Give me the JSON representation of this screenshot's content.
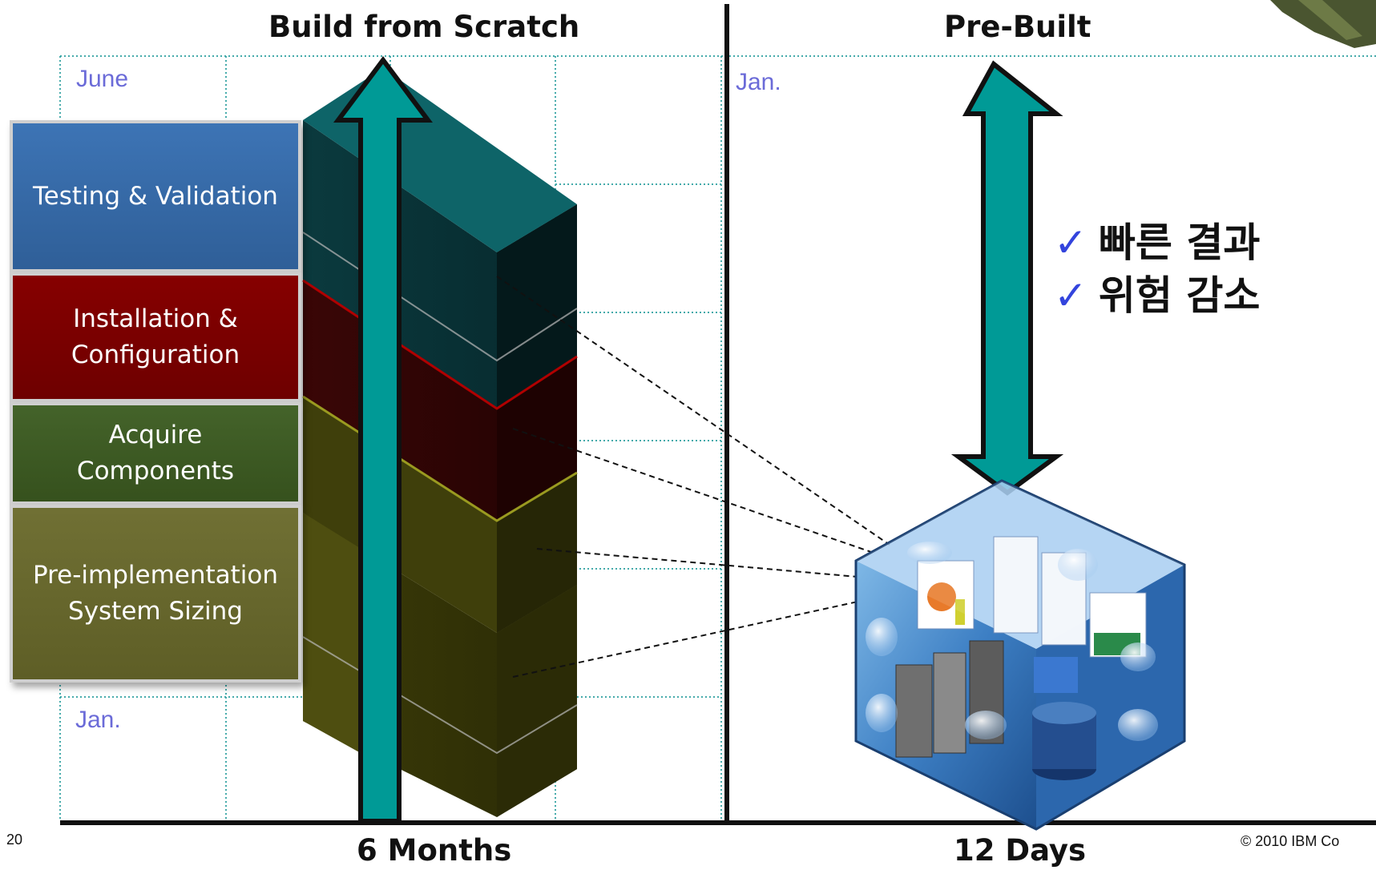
{
  "left_panel": {
    "title": "Build from Scratch",
    "month_top": "June",
    "month_bottom": "Jan.",
    "duration": "6 Months",
    "phases": [
      {
        "line1": "Testing & Validation",
        "line2": "",
        "color": "#3a6aa6"
      },
      {
        "line1": "Installation &",
        "line2": "Configuration",
        "color": "#7a0000"
      },
      {
        "line1": "Acquire",
        "line2": "Components",
        "color": "#3d5a20"
      },
      {
        "line1": "Pre-implementation",
        "line2": "System Sizing",
        "color": "#6b6b2c"
      }
    ]
  },
  "right_panel": {
    "title": "Pre-Built",
    "month_top": "Jan.",
    "duration": "12 Days",
    "benefits": [
      "빠른 결과",
      "위험 감소"
    ]
  },
  "footer": {
    "page_number": "20",
    "copyright": "© 2010 IBM Co"
  },
  "colors": {
    "arrow": "#009a96",
    "grid": "#44aaaa",
    "check": "#3344dd"
  }
}
